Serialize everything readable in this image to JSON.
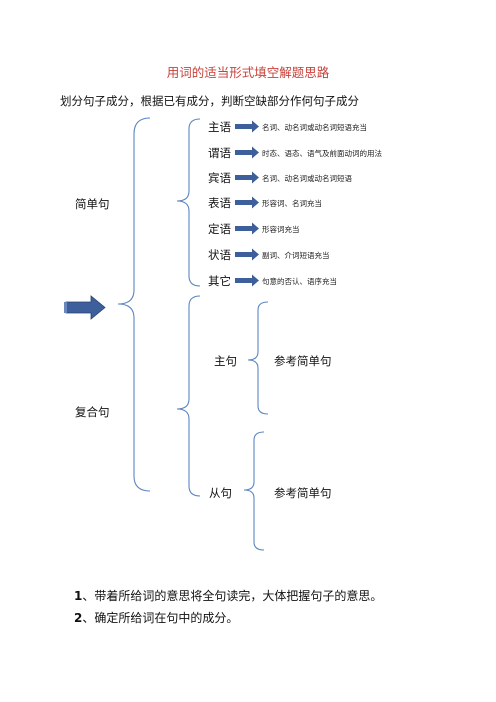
{
  "title": "用词的适当形式填空解题思路",
  "subtitle": "划分句子成分，根据已有成分，判断空缺部分作何句子成分",
  "simple_sentence": {
    "label": "简单句",
    "roles": [
      {
        "role": "主语",
        "desc": "名词、动名词或动名词短语充当"
      },
      {
        "role": "谓语",
        "desc": "时态、语态、语气及前面动词的用法"
      },
      {
        "role": "宾语",
        "desc": "名词、动名词或动名词短语"
      },
      {
        "role": "表语",
        "desc": "形容词、名词充当"
      },
      {
        "role": "定语",
        "desc": "形容词充当"
      },
      {
        "role": "状语",
        "desc": "副词、介词短语充当"
      },
      {
        "role": "其它",
        "desc": "句意的否认、语序充当"
      }
    ]
  },
  "complex_sentence": {
    "label": "复合句",
    "main_clause": {
      "label": "主句",
      "ref": "参考简单句"
    },
    "sub_clause": {
      "label": "从句",
      "ref": "参考简单句"
    }
  },
  "steps": [
    {
      "num": "1",
      "text": "、带着所给词的意思将全句读完，大体把握句子的意思。"
    },
    {
      "num": "2",
      "text": "、确定所给词在句中的成分。"
    }
  ],
  "colors": {
    "title": "#c8413a",
    "arrow": "#3d5f9b",
    "bracket": "#5b86c2"
  }
}
